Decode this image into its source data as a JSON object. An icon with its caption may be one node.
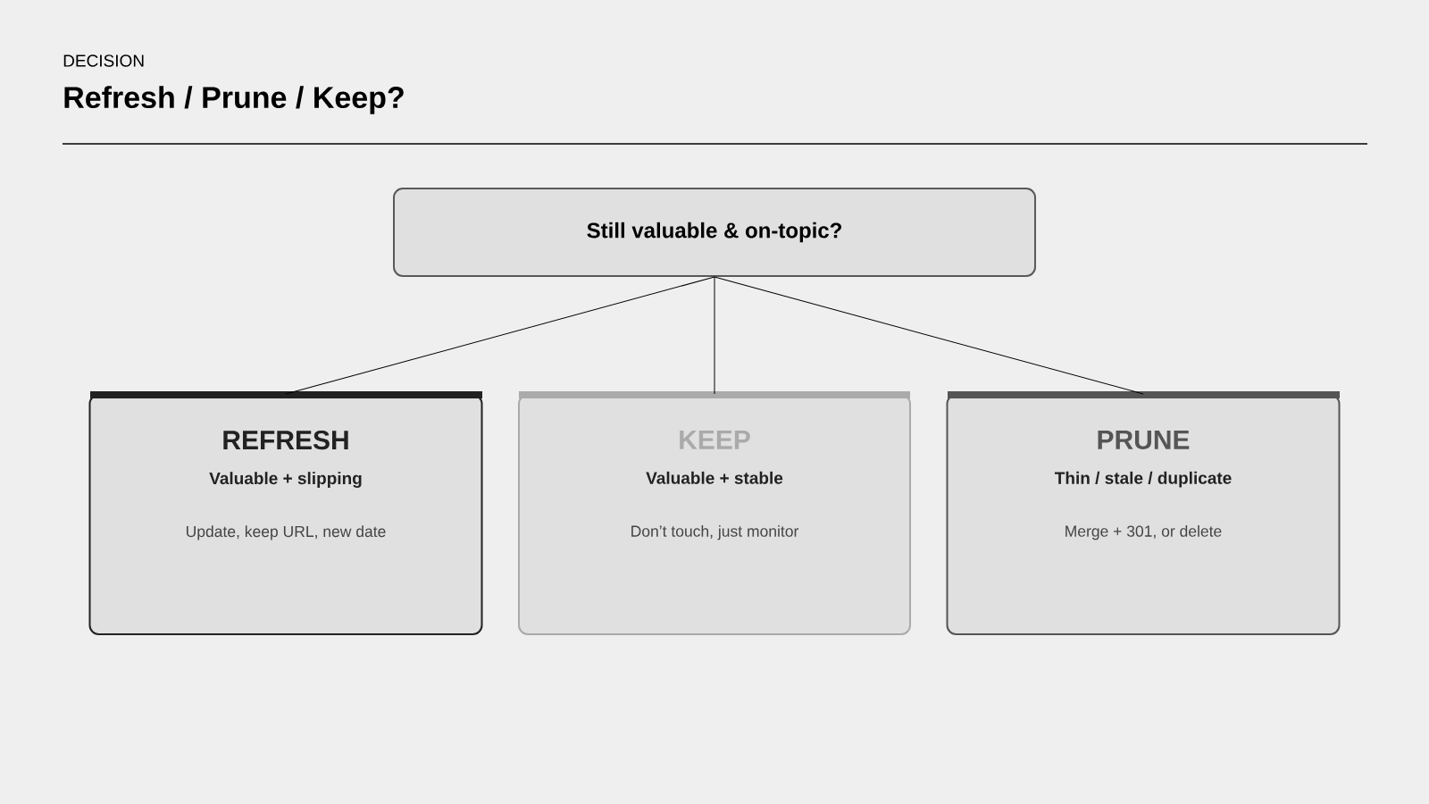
{
  "diagram": {
    "title": "Refresh / Prune / Keep?",
    "nodes": [
      {
        "text": [
          "Still valuable & on-topic?"
        ]
      },
      {
        "text": [
          "REFRESH",
          "Valuable + slipping",
          "Update, keep URL, new date"
        ]
      },
      {
        "text": [
          "KEEP",
          "Valuable + stable",
          "Don’t touch, just monitor"
        ]
      },
      {
        "text": [
          "PRUNE",
          "Thin / stale / duplicate",
          "Merge + 301, or delete"
        ]
      }
    ],
    "edges": [
      {
        "from": 0,
        "to": 1,
        "arrow": "none"
      },
      {
        "from": 0,
        "to": 2,
        "arrow": "none"
      },
      {
        "from": 0,
        "to": 3,
        "arrow": "none"
      }
    ],
    "labels": [
      "DECISION"
    ]
  }
}
